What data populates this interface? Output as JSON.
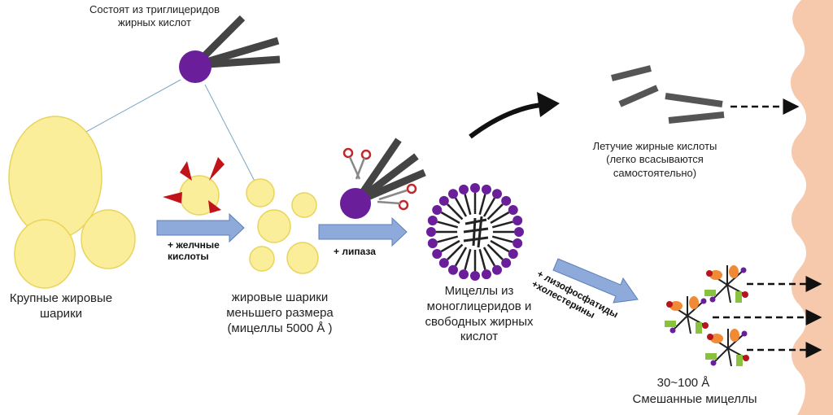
{
  "labels": {
    "triglyceride": "Состоят из триглицеридов\nжирных кислот",
    "large_droplets": "Крупные жировые\nшарики",
    "bile_acids": "+ желчные\nкислоты",
    "small_droplets": "жировые шарики\nменьшего размера\n(мицеллы 5000 Å )",
    "lipase": "+ липаза",
    "micelles": "Мицеллы из\nмоноглицеридов и\nсвободных жирных\nкислот",
    "volatile": "Летучие жирные кислоты\n(легко всасываются\nсамостоятельно)",
    "lyso": "+ лизофосфатиды\n+холестерины",
    "mixed_size": "30~100 Å",
    "mixed": "Смешанные мицеллы"
  },
  "colors": {
    "droplet_fill": "#fbee9a",
    "droplet_stroke": "#e9d45a",
    "glycerol": "#6a1e9a",
    "tail": "#444444",
    "arrow_fill": "#8eaadb",
    "arrow_stroke": "#5b7fb8",
    "scissors": "#c0282d",
    "intestine": "#f6c9ad",
    "bile": "#c0141a",
    "mix_orange": "#f08a35",
    "mix_green": "#88c23f",
    "mix_red": "#b8141e",
    "mix_purple": "#6a1e9a"
  }
}
